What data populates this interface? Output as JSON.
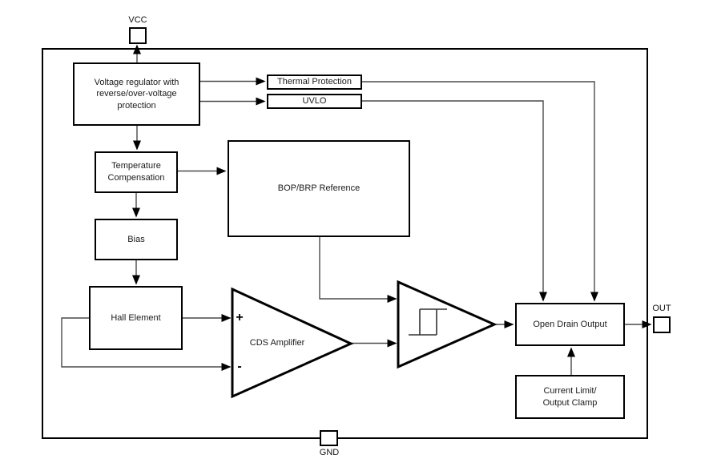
{
  "pins": {
    "vcc": {
      "label": "VCC"
    },
    "out": {
      "label": "OUT"
    },
    "gnd": {
      "label": "GND"
    }
  },
  "blocks": {
    "voltage_regulator": {
      "label": "Voltage regulator with\nreverse/over-voltage\nprotection"
    },
    "thermal_protection": {
      "label": "Thermal Protection"
    },
    "uvlo": {
      "label": "UVLO"
    },
    "temperature_compensation": {
      "label": "Temperature\nCompensation"
    },
    "bop_brp_reference": {
      "label": "BOP/BRP Reference"
    },
    "bias": {
      "label": "Bias"
    },
    "hall_element": {
      "label": "Hall Element"
    },
    "cds_amplifier": {
      "label": "CDS Amplifier",
      "plus_input": "+",
      "minus_input": "-"
    },
    "schmitt_trigger": {
      "icon": "hysteresis-icon"
    },
    "open_drain_output": {
      "label": "Open Drain Output"
    },
    "current_limit": {
      "label": "Current Limit/\nOutput Clamp"
    }
  },
  "colors": {
    "background": "#ffffff",
    "block_border": "#000000",
    "connector": "#4a4a4a",
    "text": "#1a1a1a"
  }
}
